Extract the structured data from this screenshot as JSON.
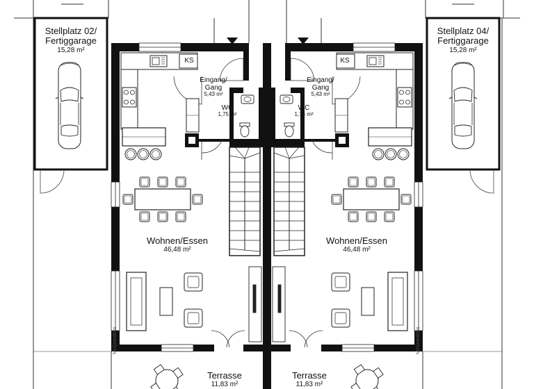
{
  "rooms": {
    "parking_left": {
      "name_line1": "Stellplatz 02/",
      "name_line2": "Fertiggarage",
      "area": "15,28 m²"
    },
    "parking_right": {
      "name_line1": "Stellplatz 04/",
      "name_line2": "Fertiggarage",
      "area": "15,28 m²"
    },
    "entry_left": {
      "name_line1": "Eingang/",
      "name_line2": "Gang",
      "area": "5,43 m²"
    },
    "entry_right": {
      "name_line1": "Eingang/",
      "name_line2": "Gang",
      "area": "5,43 m²"
    },
    "wc_left": {
      "name": "WC",
      "area": "1,75 m²"
    },
    "wc_right": {
      "name": "WC",
      "area": "1,75 m²"
    },
    "living_left": {
      "name": "Wohnen/Essen",
      "area": "46,48 m²"
    },
    "living_right": {
      "name": "Wohnen/Essen",
      "area": "46,48 m²"
    },
    "terrace_left": {
      "name": "Terrasse",
      "area": "11,83 m²"
    },
    "terrace_right": {
      "name": "Terrasse",
      "area": "11,83 m²"
    }
  },
  "fixtures": {
    "fridge_label": "KS"
  },
  "watermark": "McGrundriss"
}
